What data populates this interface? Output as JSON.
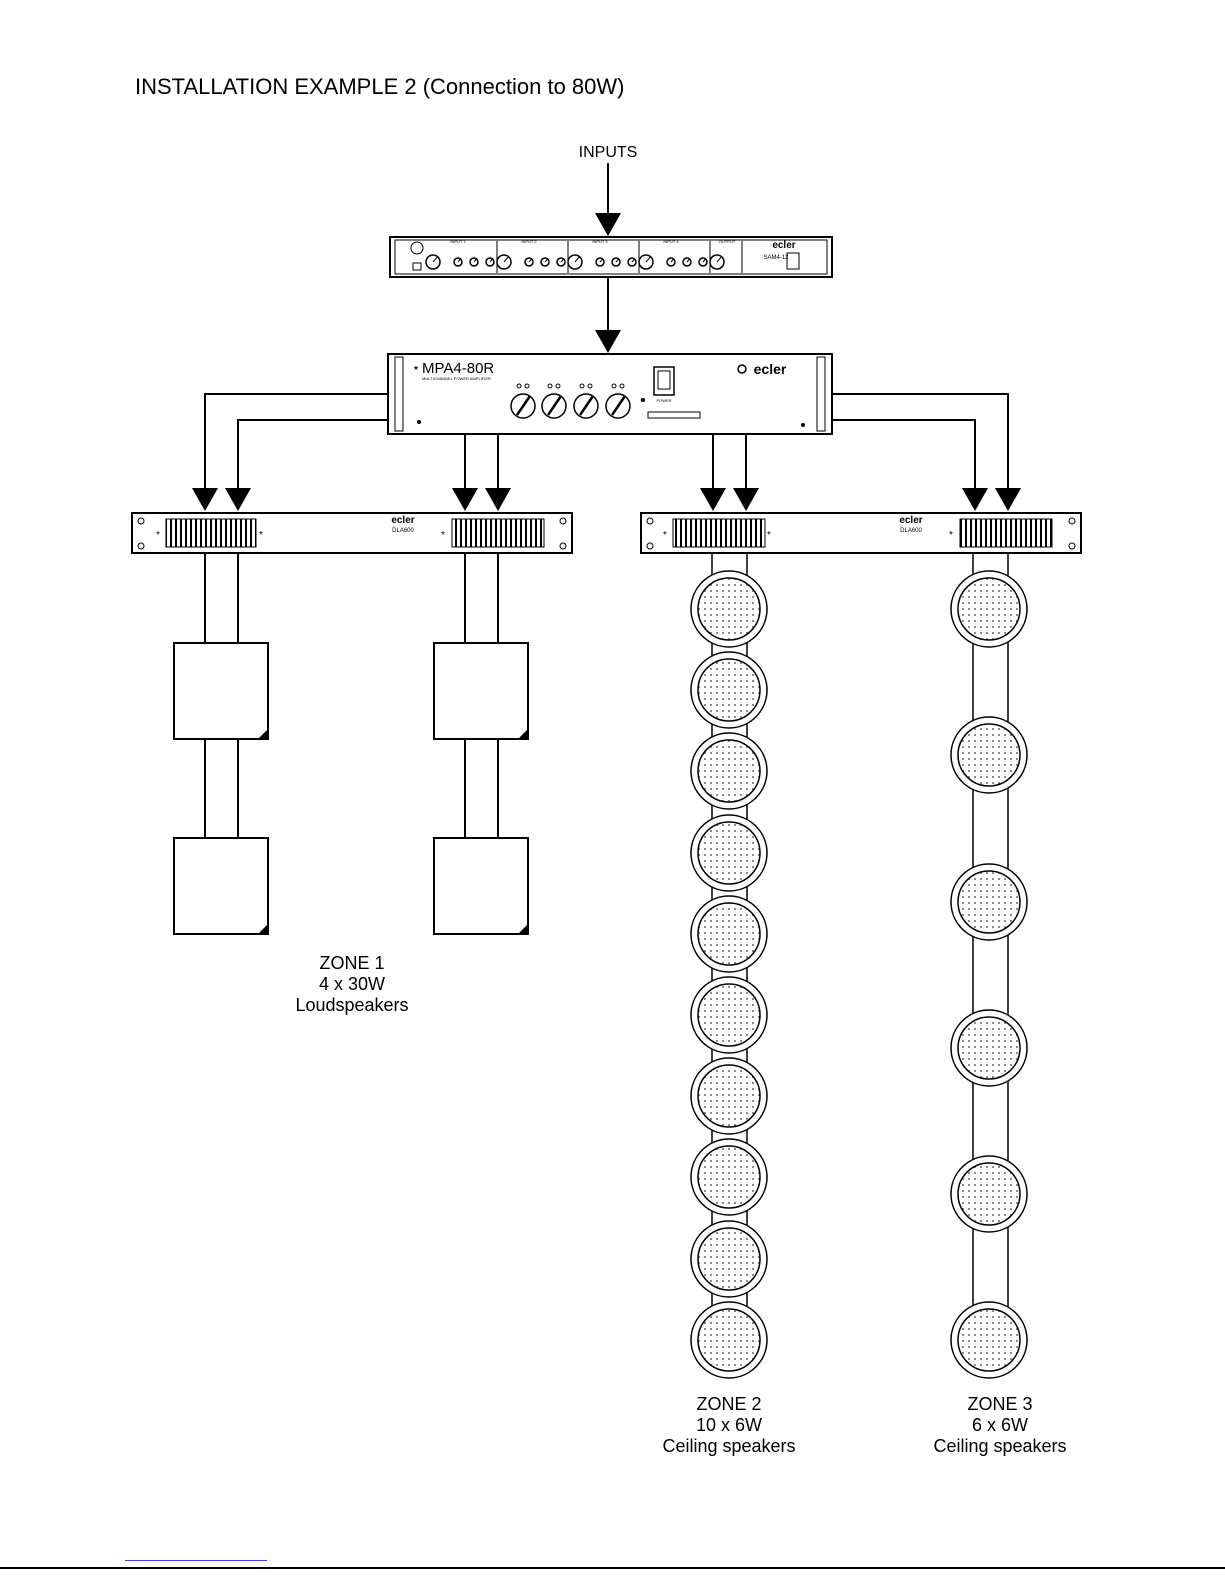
{
  "title": "INSTALLATION EXAMPLE 2 (Connection to 80W)",
  "inputs_label": "INPUTS",
  "preamp": {
    "input1": "INPUT 1",
    "input2": "INPUT 2",
    "input3": "INPUT 3",
    "input4": "INPUT 4",
    "output": "OUTPUT",
    "brand": "ecler",
    "model": "SAM4-12"
  },
  "amplifier": {
    "model": "MPA4-80R",
    "subtitle": "MULTICHANNEL POWER AMPLIFIER",
    "brand": "ecler",
    "power": "POWER"
  },
  "transformer_left": {
    "brand": "ecler",
    "model": "DLA600"
  },
  "transformer_right": {
    "brand": "ecler",
    "model": "DLA600"
  },
  "zone1": {
    "name": "ZONE 1",
    "count": "4 x 30W",
    "type": "Loudspeakers"
  },
  "zone2": {
    "name": "ZONE 2",
    "count": "10 x 6W",
    "type": "Ceiling speakers"
  },
  "zone3": {
    "name": "ZONE 3",
    "count": "6 x 6W",
    "type": "Ceiling speakers"
  }
}
